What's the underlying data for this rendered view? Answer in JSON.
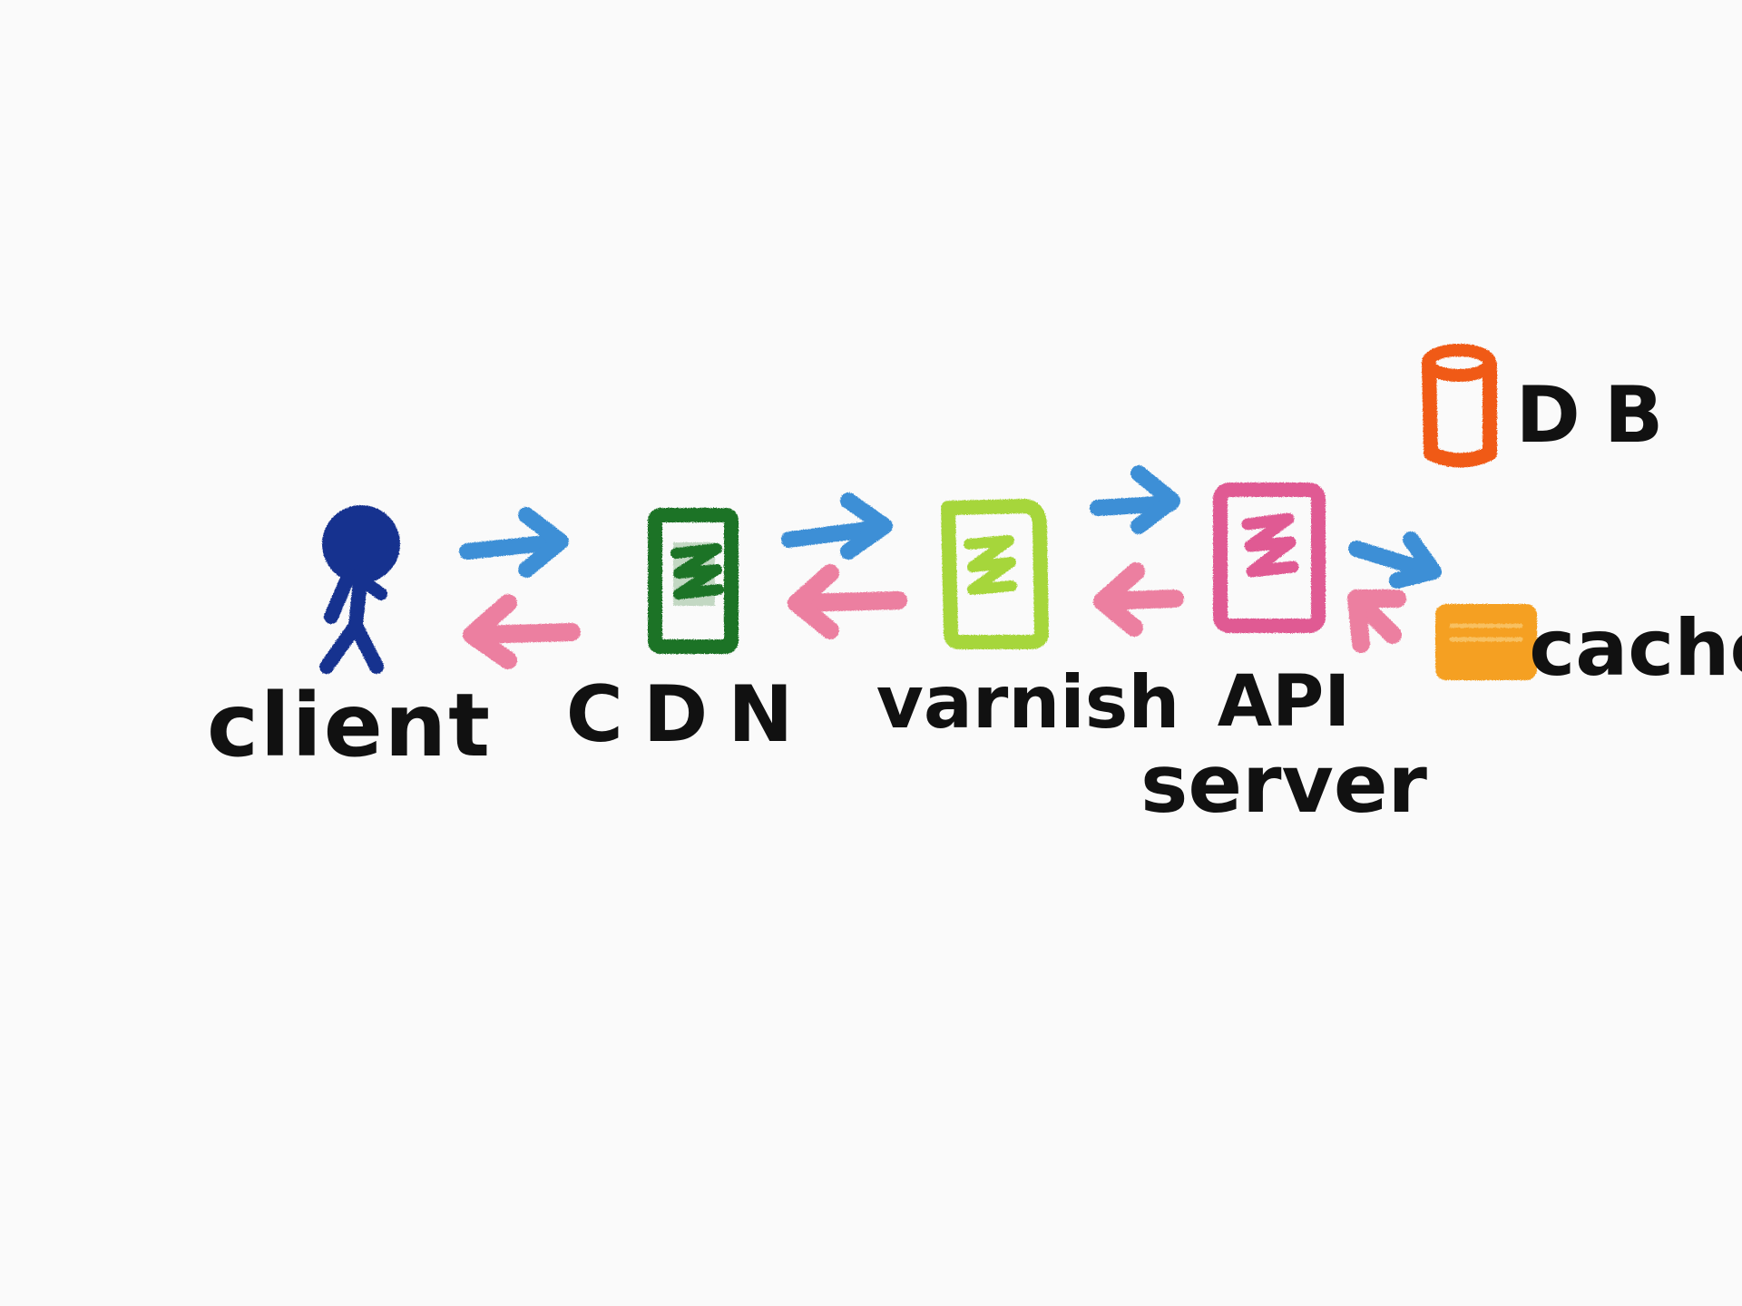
{
  "nodes": {
    "client": {
      "label": "client",
      "color": "#15318f"
    },
    "cdn": {
      "label": "CDN",
      "color": "#1c7326"
    },
    "varnish": {
      "label": "varnish",
      "color": "#a6d63a"
    },
    "api_server": {
      "label_line1": "API",
      "label_line2": "server",
      "color": "#e05a93"
    },
    "db": {
      "label": "DB",
      "color": "#f05a16"
    },
    "cache": {
      "label": "cache",
      "color": "#f5a023"
    }
  },
  "arrow_colors": {
    "request": "#3d8fd6",
    "response": "#ec7fa0"
  },
  "ink_color": "#111111"
}
